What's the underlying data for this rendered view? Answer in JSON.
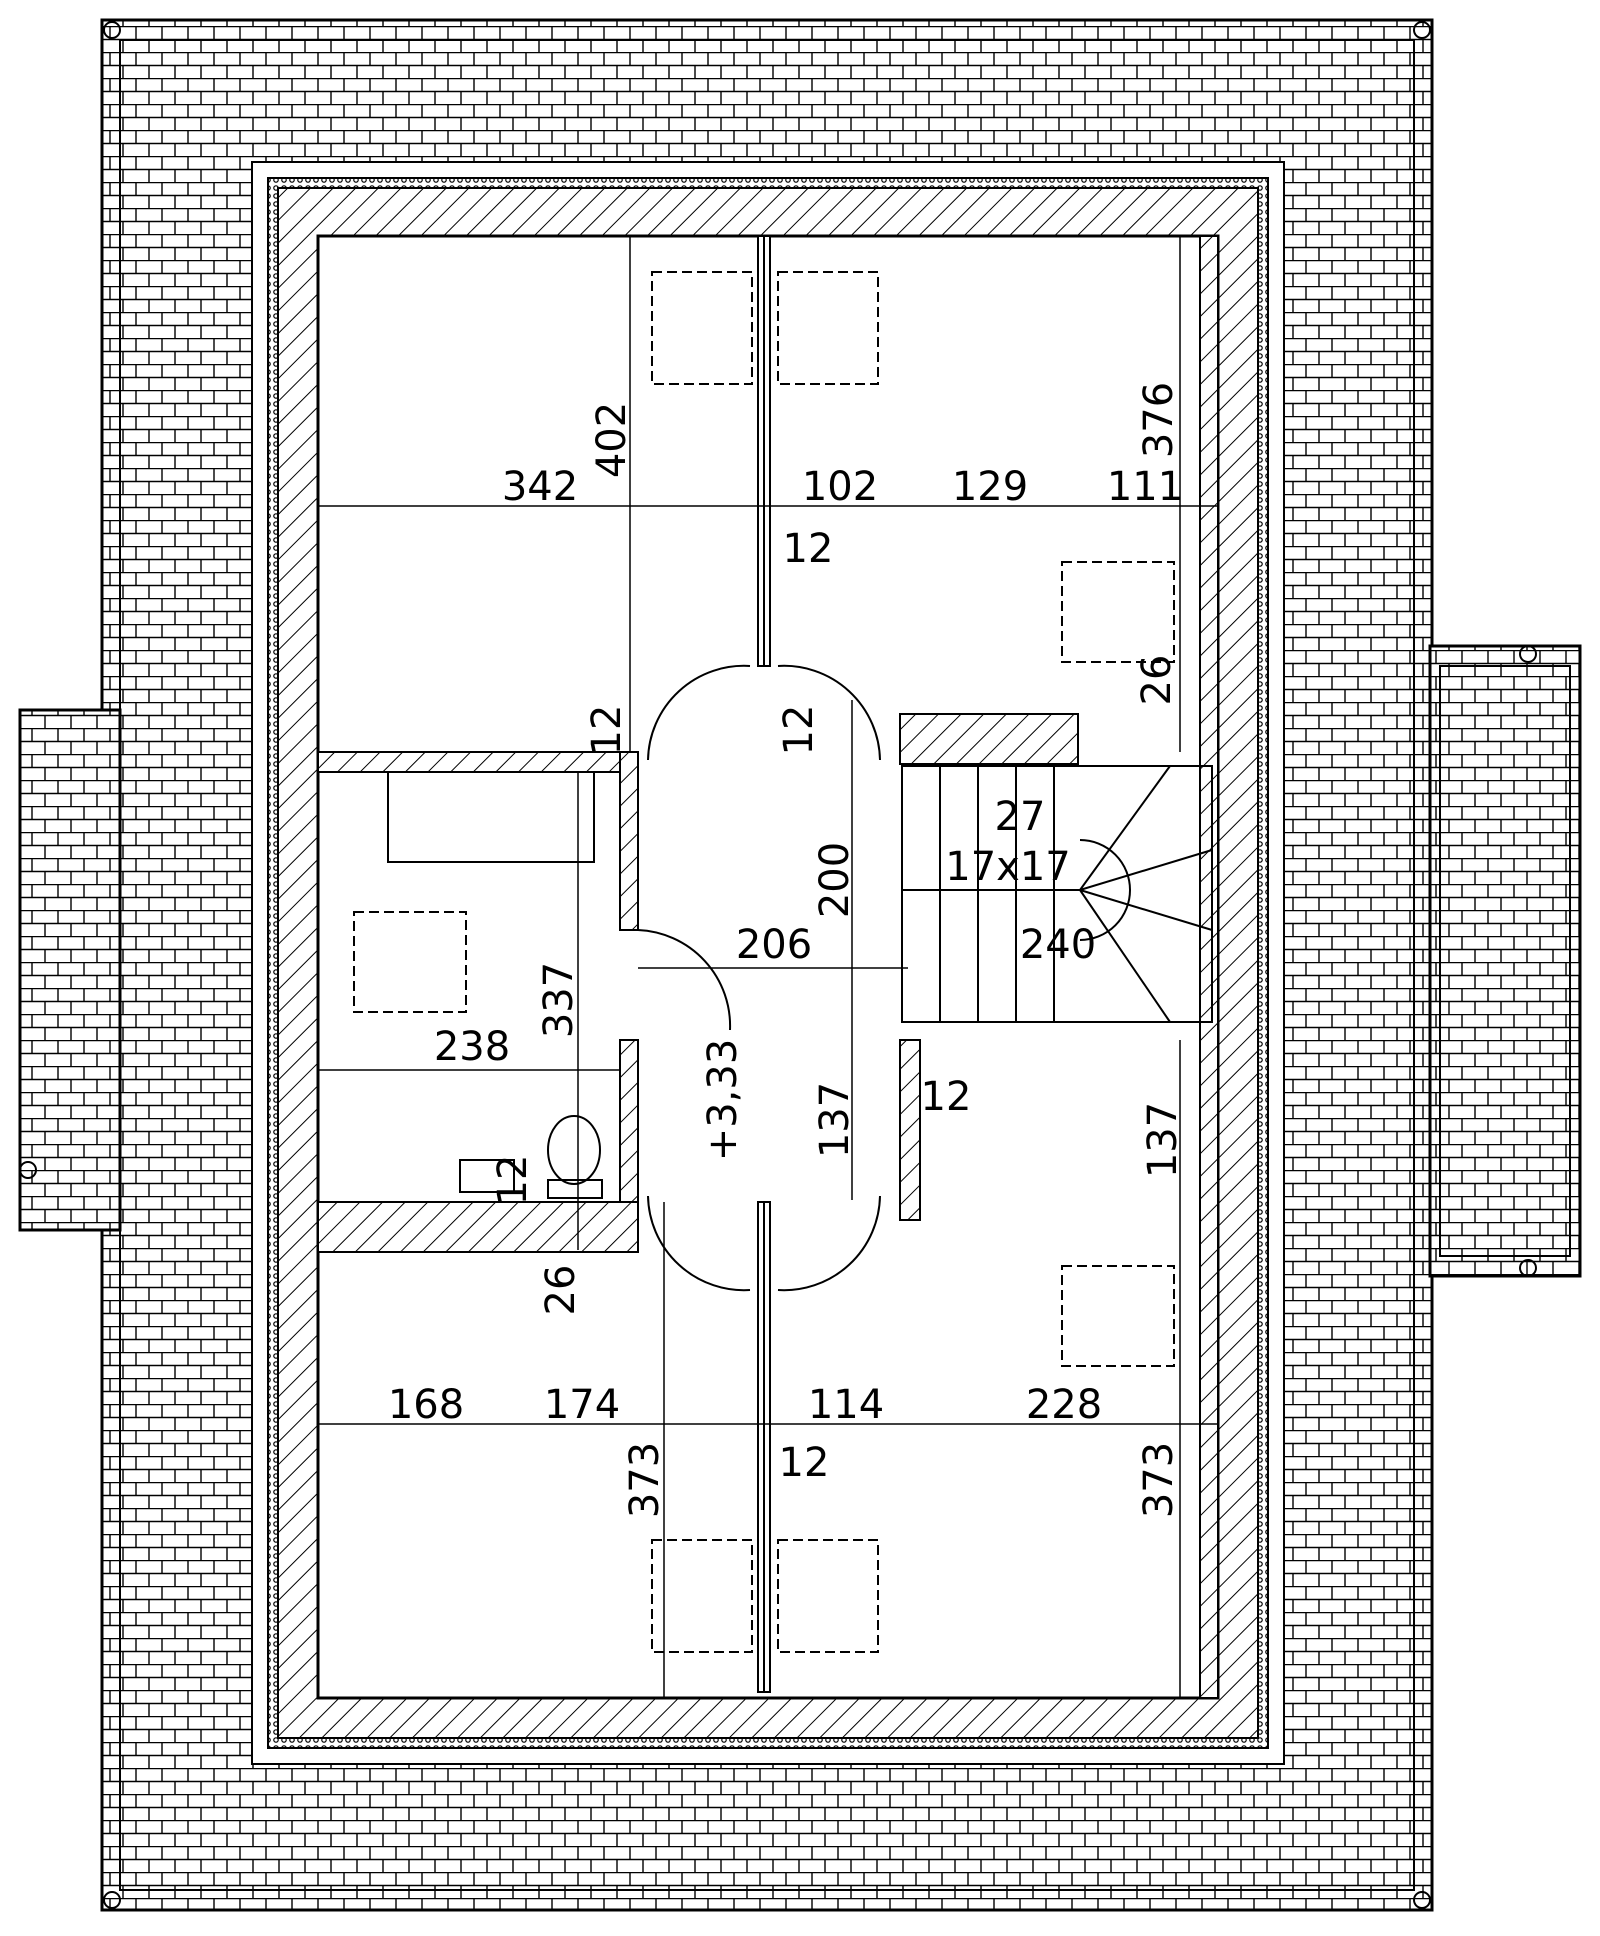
{
  "colors": {
    "ink": "#000000",
    "paper": "#ffffff"
  },
  "icons": {
    "window": "roof-window-icon",
    "chimney": "chimney-icon",
    "wc": "wc-icon",
    "sink": "sink-icon",
    "bathtub": "bathtub-icon"
  },
  "level": "+3,33",
  "stair": {
    "steps": "27",
    "riser": "17x17"
  },
  "dimensions": {
    "d342": "342",
    "d402": "402",
    "d102": "102",
    "d129": "129",
    "d111": "111",
    "d376": "376",
    "d12a": "12",
    "d12b": "12",
    "d12c": "12",
    "d12d": "12",
    "d12e": "12",
    "d12f": "12",
    "d26a": "26",
    "d26b": "26",
    "d200": "200",
    "d206": "206",
    "d240": "240",
    "d337": "337",
    "d238": "238",
    "d137a": "137",
    "d137b": "137",
    "d168": "168",
    "d174": "174",
    "d114": "114",
    "d228": "228",
    "d373a": "373",
    "d373b": "373"
  }
}
